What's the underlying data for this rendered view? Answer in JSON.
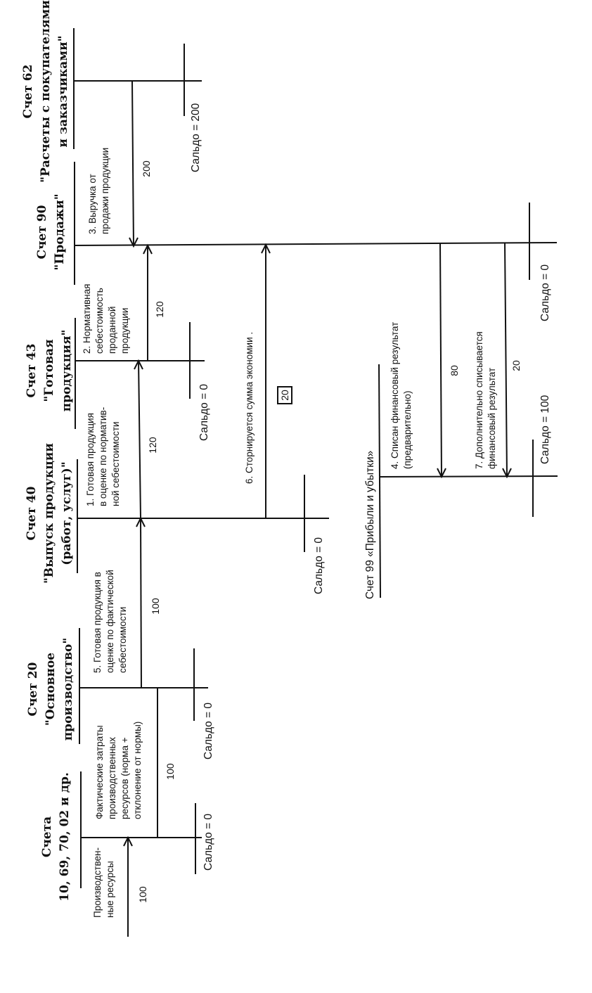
{
  "accounts": {
    "a10": {
      "title": [
        "Счета",
        "10, 69, 70, 02 и др."
      ],
      "saldo": "Сальдо = 0"
    },
    "a20": {
      "title": [
        "Счет 20",
        "\"Основное",
        "производство\""
      ],
      "saldo": "Сальдо = 0"
    },
    "a40": {
      "title": [
        "Счет 40",
        "\"Выпуск продукции",
        "(работ, услуг)\""
      ],
      "saldo": "Сальдо = 0"
    },
    "a43": {
      "title": [
        "Счет 43",
        "\"Готовая",
        "продукция\""
      ],
      "saldo": "Сальдо = 0"
    },
    "a90": {
      "title": [
        "Счет 90",
        "\"Продажи\""
      ],
      "saldo": "Сальдо = 0"
    },
    "a62": {
      "title": [
        "Счет 62",
        "\"Расчеты с покупателями",
        "и заказчиками\""
      ],
      "saldo": "Сальдо = 200"
    },
    "a99": {
      "title": [
        "Счет 99 «Прибыли и убытки»"
      ],
      "saldo": "Сальдо = 100"
    }
  },
  "entries": {
    "resources": {
      "text": [
        "Производствен-",
        "ные ресурсы"
      ],
      "amount": "100"
    },
    "costs": {
      "text": [
        "Фактические затраты",
        "производственных",
        "ресурсов (норма +",
        "отклонение от нормы)"
      ],
      "amount": "100"
    },
    "e5": {
      "text": [
        "5. Готовая продукция в",
        "оценке по фактической",
        "себестоимости"
      ],
      "amount": "100"
    },
    "e1": {
      "text": [
        "1. Готовая продукция",
        "в оценке по норматив-",
        "ной себестоимости"
      ],
      "amount": "120"
    },
    "e2": {
      "text": [
        "2. Нормативная",
        "себестоимость",
        "проданной",
        "продукции"
      ],
      "amount": "120"
    },
    "e3": {
      "text": [
        "3. Выручка от",
        "продажи продукции"
      ],
      "amount": "200"
    },
    "e6": {
      "text": [
        "6. Сторнируется сумма экономии ."
      ],
      "amount": "20"
    },
    "e4": {
      "text": [
        "4. Списан финансовый результат",
        "(предварительно)"
      ],
      "amount": "80"
    },
    "e7": {
      "text": [
        "7. Дополнительно списывается",
        "финансовый результат"
      ],
      "amount": "20"
    }
  }
}
